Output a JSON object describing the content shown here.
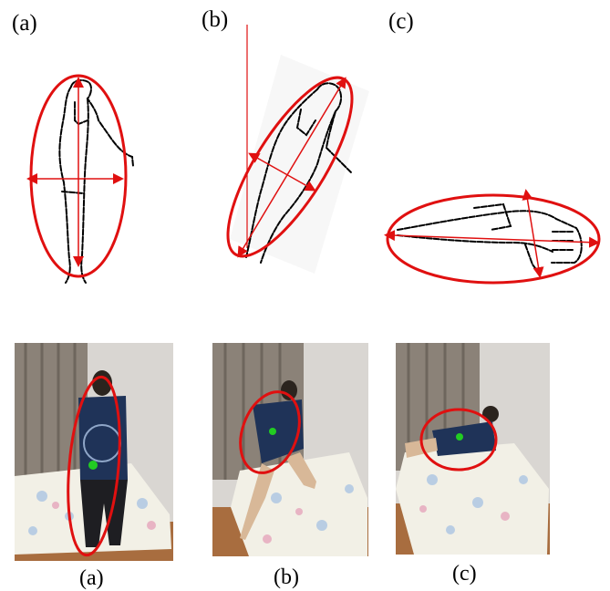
{
  "top_panels": [
    {
      "label": "(a)"
    },
    {
      "label": "(b)"
    },
    {
      "label": "(c)"
    }
  ],
  "bottom_panels": [
    {
      "label": "(a)"
    },
    {
      "label": "(b)"
    },
    {
      "label": "(c)"
    }
  ],
  "colors": {
    "ellipse": "#e01010",
    "arrow": "#e01010",
    "centroid": "#22cc22",
    "silhouette": "#000000",
    "wall": "#d9d6d2",
    "curtain": "#8b8278",
    "floor": "#a86d3f",
    "mattress": "#f2f0e6",
    "shirt": "#1f3358",
    "pants": "#1e1e22"
  },
  "icons": {
    "top_a": "standing-silhouette",
    "top_b": "falling-silhouette",
    "top_c": "lying-silhouette",
    "photo_a": "person-standing-photo",
    "photo_b": "person-falling-photo",
    "photo_c": "person-lying-photo"
  }
}
